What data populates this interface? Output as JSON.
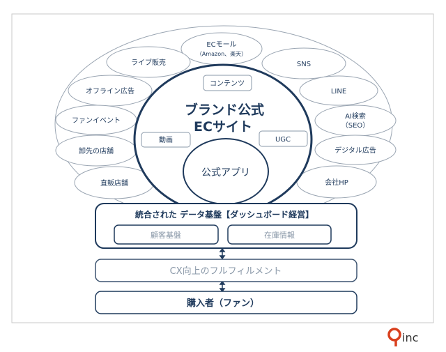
{
  "channels": [
    {
      "label": "ECモール",
      "sub": "（Amazon、楽天）"
    },
    {
      "label": "ライブ販売"
    },
    {
      "label": "SNS"
    },
    {
      "label": "オフライン広告"
    },
    {
      "label": "LINE"
    },
    {
      "label": "ファンイベント"
    },
    {
      "label": "AI検索",
      "sub": "（SEO）"
    },
    {
      "label": "卸先の店舗"
    },
    {
      "label": "デジタル広告"
    },
    {
      "label": "直販店舗"
    },
    {
      "label": "会社HP"
    }
  ],
  "brand": {
    "line1": "ブランド公式",
    "line2": "ECサイト",
    "app": "公式アプリ",
    "tags": [
      "コンテンツ",
      "動画",
      "UGC"
    ]
  },
  "data_platform": {
    "title": "統合された データ基盤【ダッシュボード経営】",
    "items": [
      "顧客基盤",
      "在庫情報"
    ]
  },
  "fulfillment": "CX向上のフルフィルメント",
  "buyer": "購入者（ファン）",
  "logo": "inc",
  "colors": {
    "navy": "#1f3a5c",
    "line": "#8a98a8",
    "logo": "#d9401e"
  }
}
